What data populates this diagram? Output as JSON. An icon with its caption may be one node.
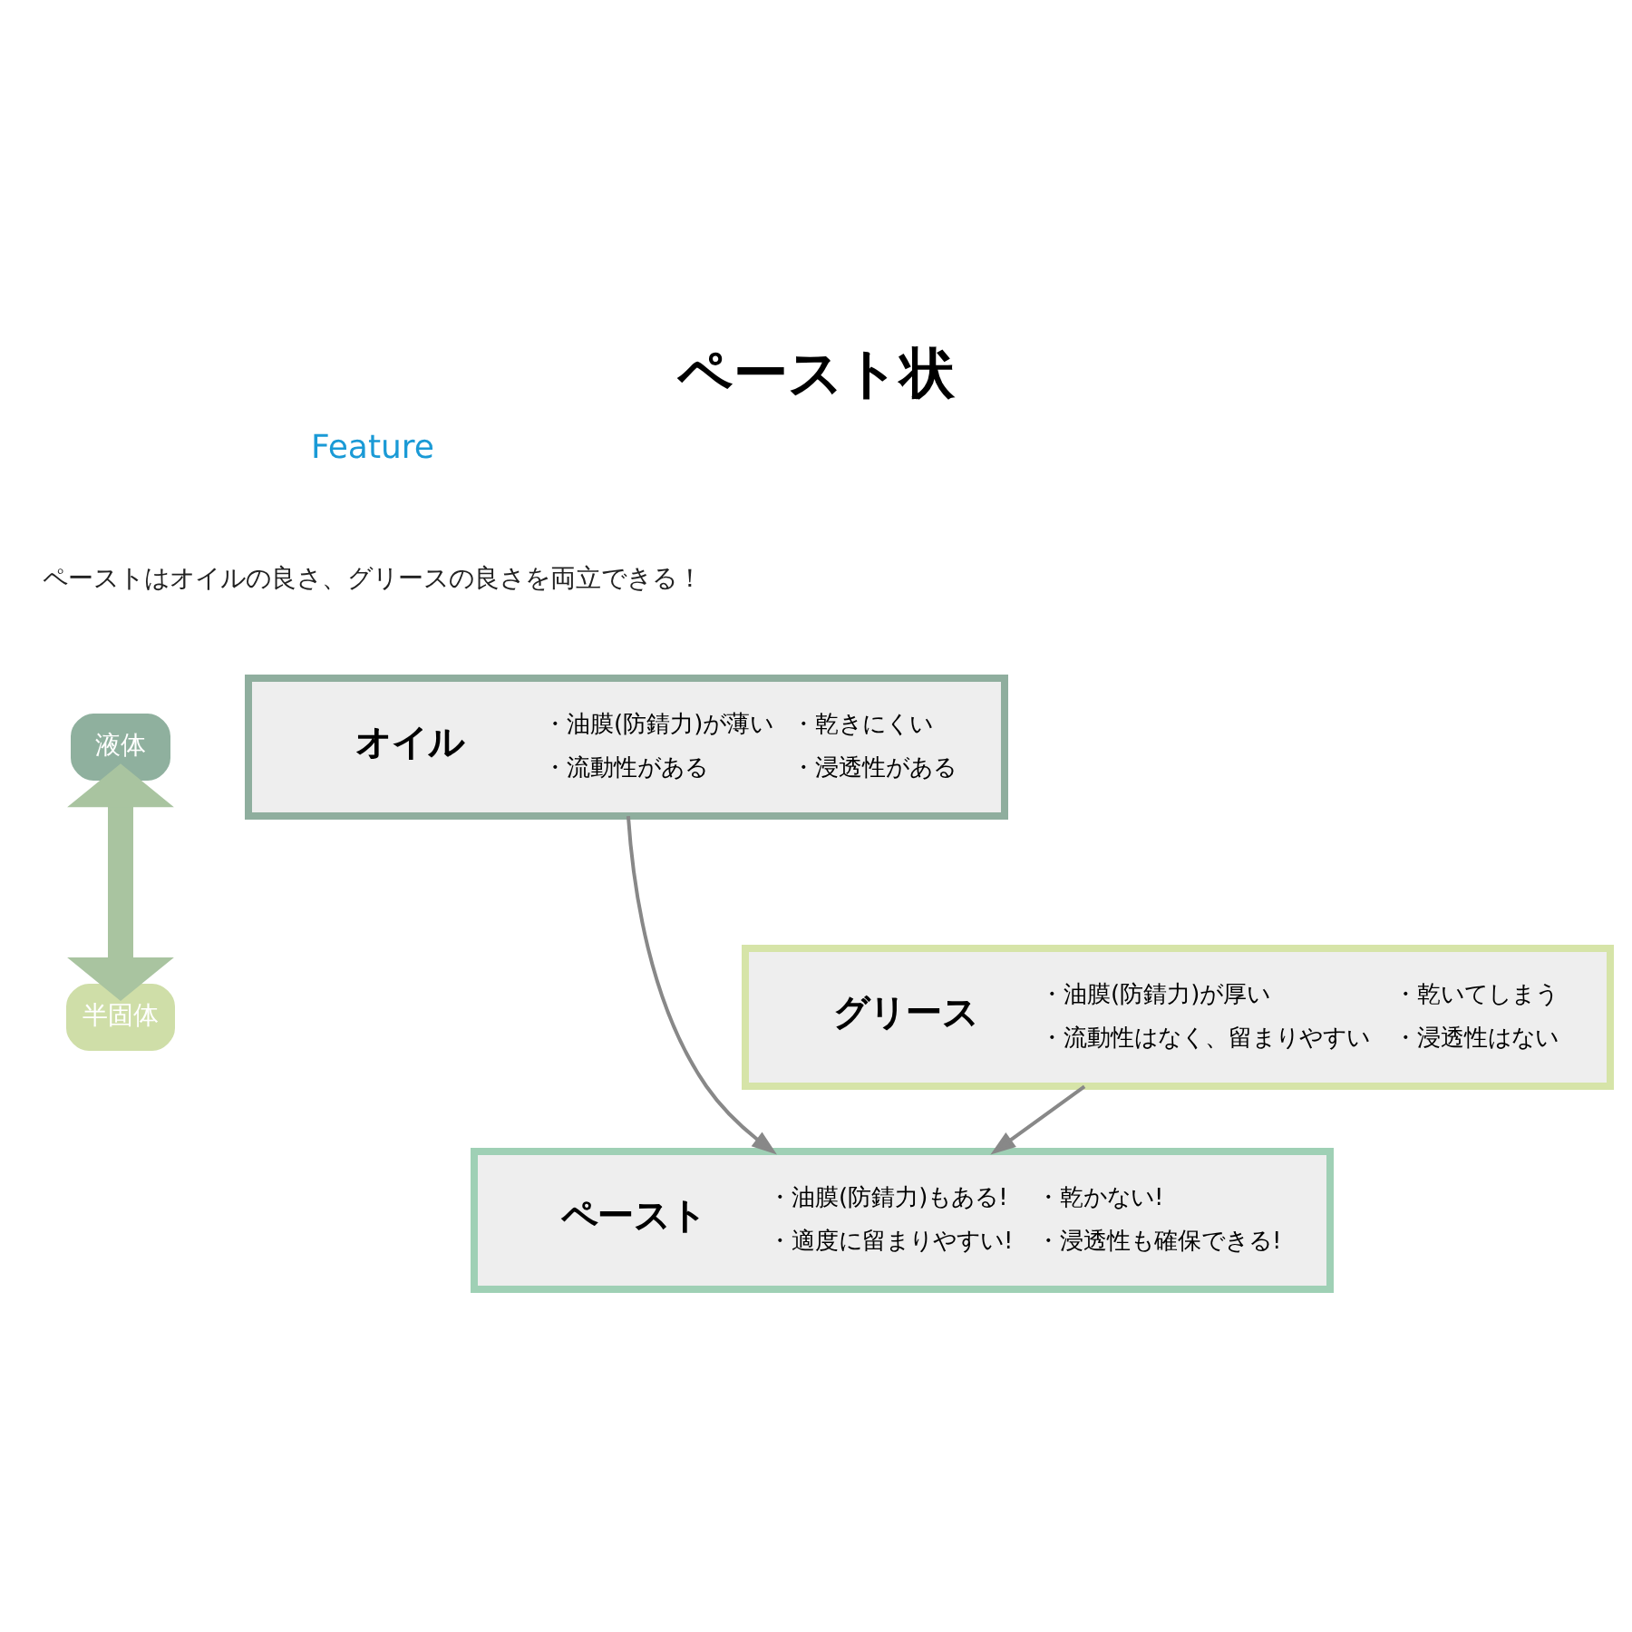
{
  "diagram": {
    "title": "ペースト状",
    "nodes": [
      {
        "text": [
          "液体"
        ]
      },
      {
        "text": [
          "半固体"
        ]
      },
      {
        "text": [
          "オイル",
          "・油膜(防錆力)が薄い",
          "・乾きにくい",
          "・流動性がある",
          "・浸透性がある"
        ]
      },
      {
        "text": [
          "ペースト",
          "・油膜(防錆力)もある!",
          "・乾かない!",
          "・適度に留まりやすい!",
          "・浸透性も確保できる!"
        ]
      },
      {
        "text": [
          "グリース",
          "・油膜(防錆力)が厚い",
          "・乾いてしまう",
          "・流動性はなく、留まりやすい",
          "・浸透性はない"
        ]
      }
    ],
    "edges": [
      {
        "from": 0,
        "to": 1,
        "arrow": "both",
        "style": "thick",
        "color": "#a9c4a0"
      },
      {
        "from": 2,
        "to": 3,
        "arrow": "to"
      },
      {
        "from": 4,
        "to": 3,
        "arrow": "to"
      }
    ],
    "labels": [
      "Feature",
      "ペーストはオイルの良さ、グリースの良さを両立できる！"
    ]
  }
}
